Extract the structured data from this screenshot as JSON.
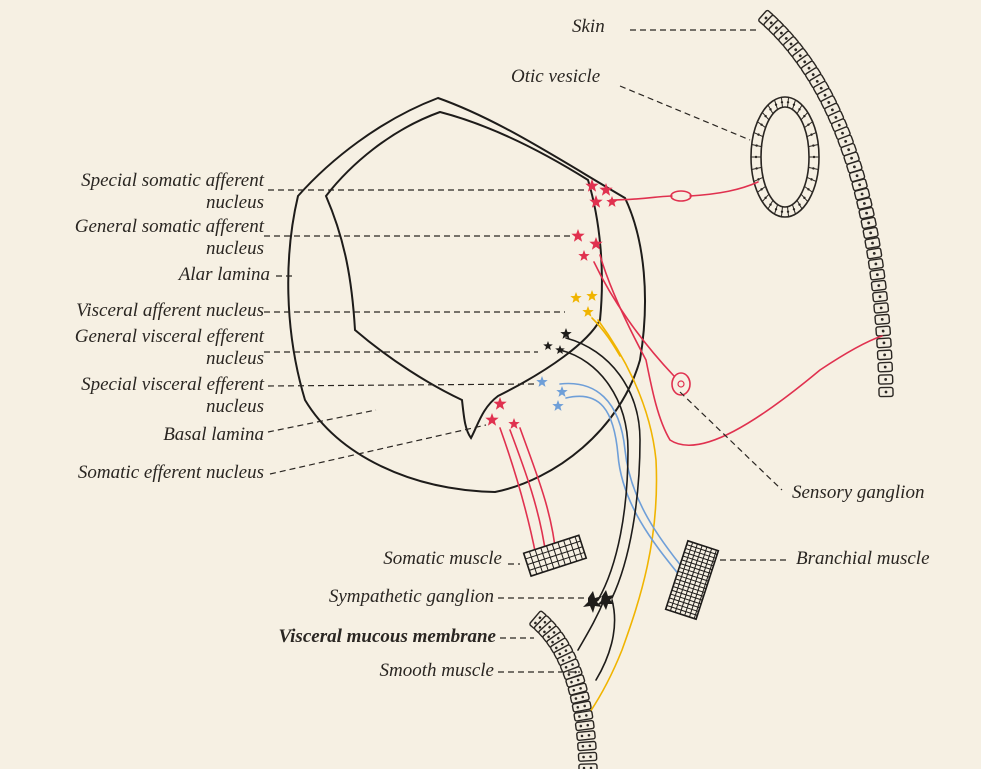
{
  "labels": {
    "skin": "Skin",
    "otic_vesicle": "Otic vesicle",
    "special_somatic_afferent_1": "Special somatic afferent",
    "special_somatic_afferent_2": "nucleus",
    "general_somatic_afferent_1": "General somatic afferent",
    "general_somatic_afferent_2": "nucleus",
    "alar_lamina": "Alar lamina",
    "visceral_afferent": "Visceral afferent nucleus",
    "general_visceral_efferent_1": "General visceral efferent",
    "general_visceral_efferent_2": "nucleus",
    "special_visceral_efferent_1": "Special visceral efferent",
    "special_visceral_efferent_2": "nucleus",
    "basal_lamina": "Basal lamina",
    "somatic_efferent": "Somatic efferent nucleus",
    "sensory_ganglion": "Sensory ganglion",
    "somatic_muscle": "Somatic muscle",
    "branchial_muscle": "Branchial muscle",
    "sympathetic_ganglion": "Sympathetic ganglion",
    "visceral_mucous_membrane": "Visceral mucous membrane",
    "smooth_muscle": "Smooth muscle"
  },
  "colors": {
    "paper": "#f6f0e3",
    "ink": "#1e1c1a",
    "somatic_red": "#e0314f",
    "visceral_afferent_yellow": "#f0b400",
    "special_visceral_blue": "#6f9fd8",
    "visceral_efferent_black": "#1e1c1a"
  }
}
